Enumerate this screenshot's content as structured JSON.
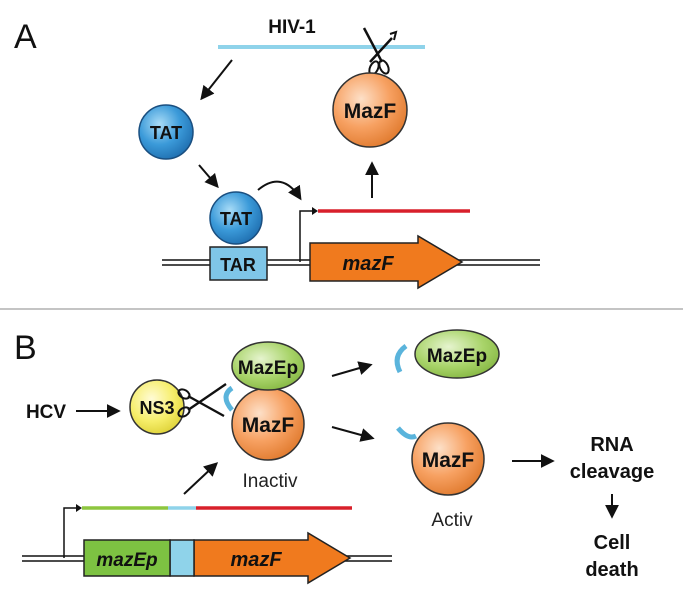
{
  "panel_a": {
    "letter": "A",
    "virus_label": "HIV-1",
    "tat_free": "TAT",
    "tat_bound": "TAT",
    "tar": "TAR",
    "mazf_protein": "MazF",
    "mazf_gene": "mazF"
  },
  "panel_b": {
    "letter": "B",
    "virus_label": "HCV",
    "ns3": "NS3",
    "mazep_bound": "MazEp",
    "mazf_bound": "MazF",
    "inactive_label": "Inactiv",
    "mazep_free": "MazEp",
    "mazf_active": "MazF",
    "active_label": "Activ",
    "outcome_1_line_1": "RNA",
    "outcome_1_line_2": "cleavage",
    "outcome_2_line_1": "Cell",
    "outcome_2_line_2": "death",
    "gene_mazep": "mazEp",
    "gene_mazf": "mazF"
  },
  "colors": {
    "hiv_rna": "#8fd3ea",
    "mrna_red": "#d8202b",
    "mrna_green": "#8dc63f",
    "mrna_blue": "#8fd3ea",
    "tat_blue": "#2e8fd0",
    "mazf_orange": "#f7a162",
    "mazep_green": "#a9d46a",
    "ns3_yellow": "#f6ee6a",
    "tar_box": "#7fc6e8",
    "gene_orange": "#f07a1e",
    "gene_green": "#7dc242"
  },
  "icons": [
    "scissors-icon",
    "arrow-icon"
  ]
}
